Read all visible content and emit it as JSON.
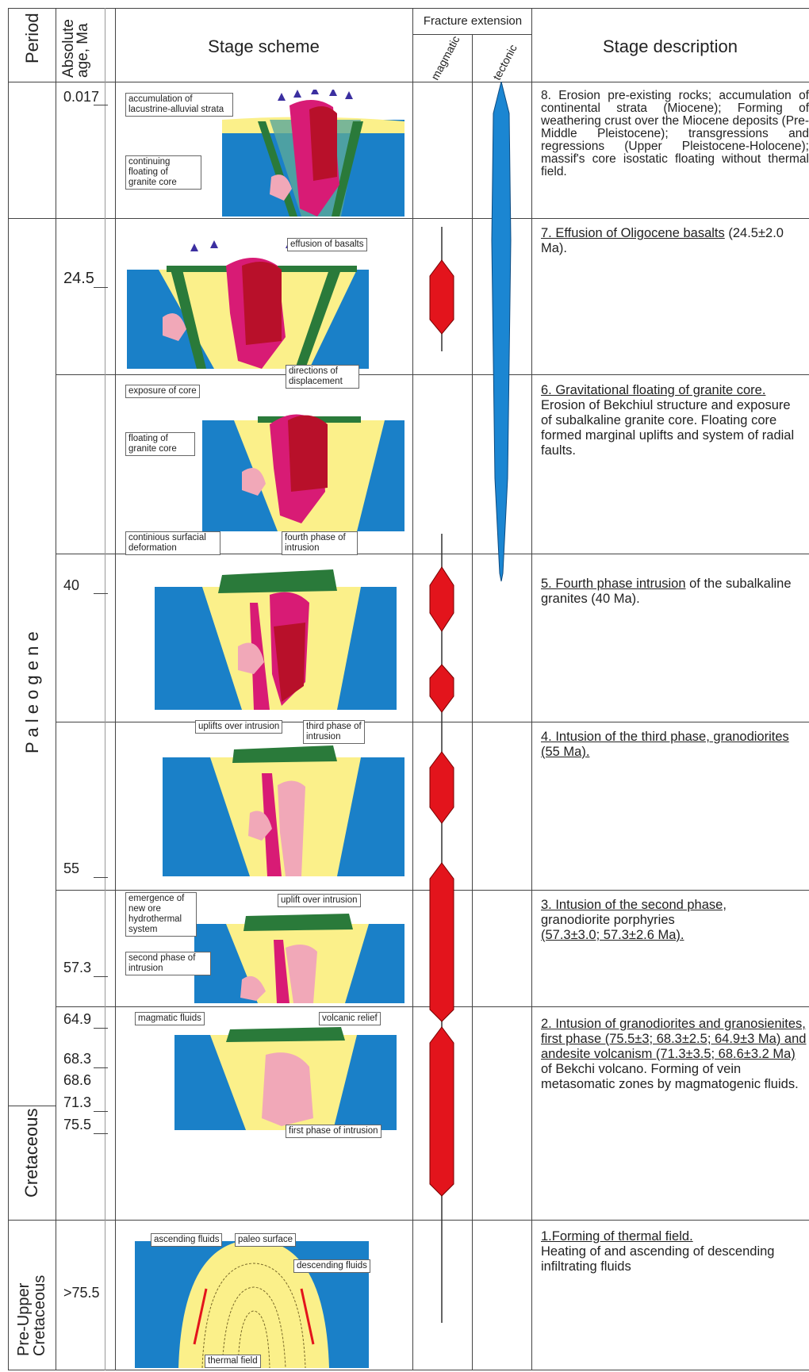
{
  "header": {
    "period": "Period",
    "age": [
      "Absolute",
      "age, Ma"
    ],
    "scheme": "Stage scheme",
    "fracture": "Fracture extension",
    "magmatic": "magmatic",
    "tectonic": "tectonic",
    "description": "Stage description"
  },
  "periods": {
    "paleogene": "P a l e o g e n e",
    "cretaceous": "Cretaceous",
    "pre_upper_1": "Pre-Upper",
    "pre_upper_2": "Cretaceous"
  },
  "ages": [
    "0.017",
    "24.5",
    "40",
    "55",
    "57.3",
    "64.9",
    "68.3",
    "68.6",
    "71.3",
    "75.5",
    ">75.5"
  ],
  "stages": [
    {
      "heading": "8. Erosion pre-existing rocks; accumulation of continental strata (Miocene); Forming of weathering crust over the Miocene deposits (Pre-Middle Pleistocene); transgressions and regressions (Upper Pleistocene-Holocene); massif's core isostatic floating without thermal field.",
      "rest": "",
      "labels": [
        "accumulation of lacustrine-alluvial strata",
        "continuing floating of granite core"
      ]
    },
    {
      "heading": "7. Effusion of Oligocene basalts",
      "rest": "(24.5±2.0 Ma).",
      "labels": [
        "effusion of basalts"
      ]
    },
    {
      "heading": "6. Gravitational floating of granite core.",
      "rest": "Erosion of Bekchiul structure and exposure of subalkaline granite core. Floating core formed marginal uplifts and system of radial faults.",
      "labels": [
        "exposure of core",
        "directions of displacement",
        "floating of granite core"
      ]
    },
    {
      "heading": "5. Fourth phase intrusion",
      "rest": " of the subalkaline granites (40 Ma).",
      "labels": [
        "continious surfacial deformation",
        "fourth phase of intrusion"
      ]
    },
    {
      "heading": "4. Intusion of the third phase, granodiorites (55 Ma).",
      "rest": "",
      "labels": [
        "uplifts over intrusion",
        "third phase of intrusion"
      ]
    },
    {
      "heading": "3. Intusion of the second phase,",
      "rest": "granodiorite porphyries",
      "rest2": "(57.3±3.0; 57.3±2.6 Ma).",
      "labels": [
        "emergence of new ore hydrothermal system",
        "uplift over intrusion",
        "second phase of intrusion"
      ]
    },
    {
      "heading": "2. Intusion of granodiorites and granosienites, first phase (75.5±3; 68.3±2.5; 64.9±3 Ma) and andesite volcanism (71.3±3.5; 68.6±3.2 Ma)",
      "rest": "of Bekchi volcano. Forming of vein metasomatic zones by magmatogenic fluids.",
      "labels": [
        "magmatic fluids",
        "volcanic relief",
        "first phase of intrusion"
      ]
    },
    {
      "heading": "1.Forming of thermal field.",
      "rest": "Heating of and ascending of descending infiltrating fluids",
      "labels": [
        "ascending fluids",
        "paleo surface",
        "descending fluids",
        "thermal field"
      ]
    }
  ],
  "colors": {
    "blue": "#1a80c8",
    "yellow": "#fbf08a",
    "green": "#2a7a3a",
    "magenta": "#d81b75",
    "pink": "#f1a8b8",
    "darkred": "#b8102a",
    "red": "#e3141c",
    "tectonic": "#1b86d2"
  }
}
